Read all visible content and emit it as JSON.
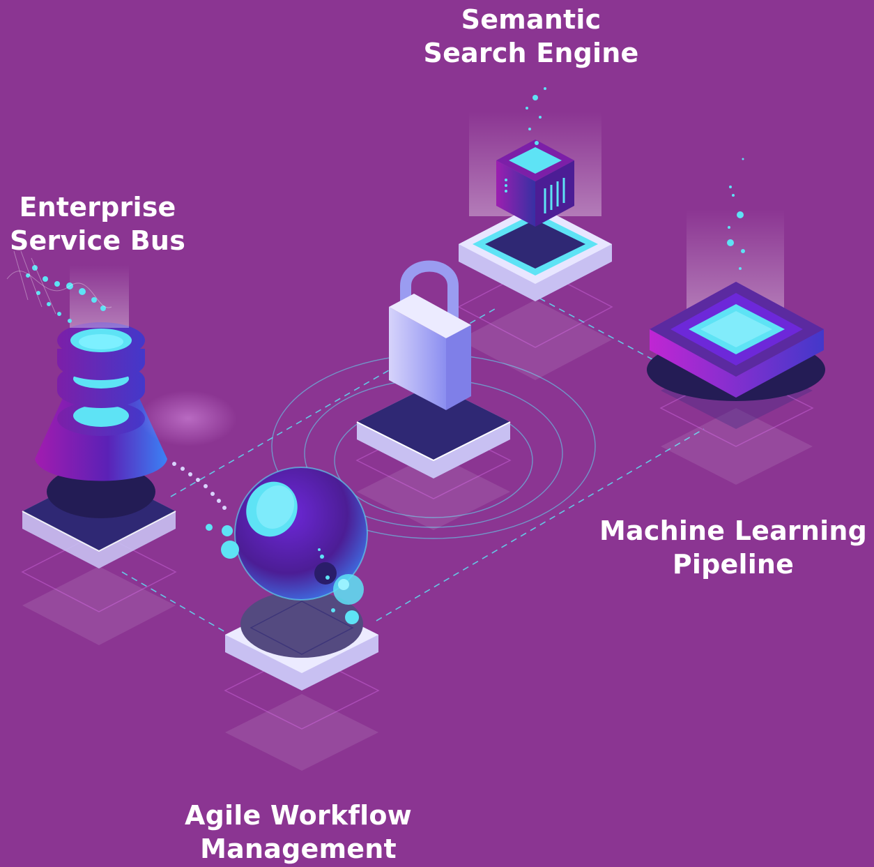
{
  "nodes": {
    "semantic_search": {
      "line1": "Semantic",
      "line2": "Search Engine",
      "icon": "server-cube-icon"
    },
    "enterprise_service_bus": {
      "line1": "Enterprise",
      "line2": "Service Bus",
      "icon": "database-stack-icon"
    },
    "machine_learning": {
      "line1": "Machine Learning",
      "line2": "Pipeline",
      "icon": "chip-platform-icon"
    },
    "agile_workflow": {
      "line1": "Agile Workflow",
      "line2": "Management",
      "icon": "sphere-icon"
    },
    "security": {
      "icon": "padlock-icon"
    }
  },
  "colors": {
    "background": "#8b3592",
    "accent_cyan": "#5ee3f5",
    "platform_top": "#2f2874",
    "platform_side": "#c8c0f2",
    "label_text": "#ffffff"
  }
}
